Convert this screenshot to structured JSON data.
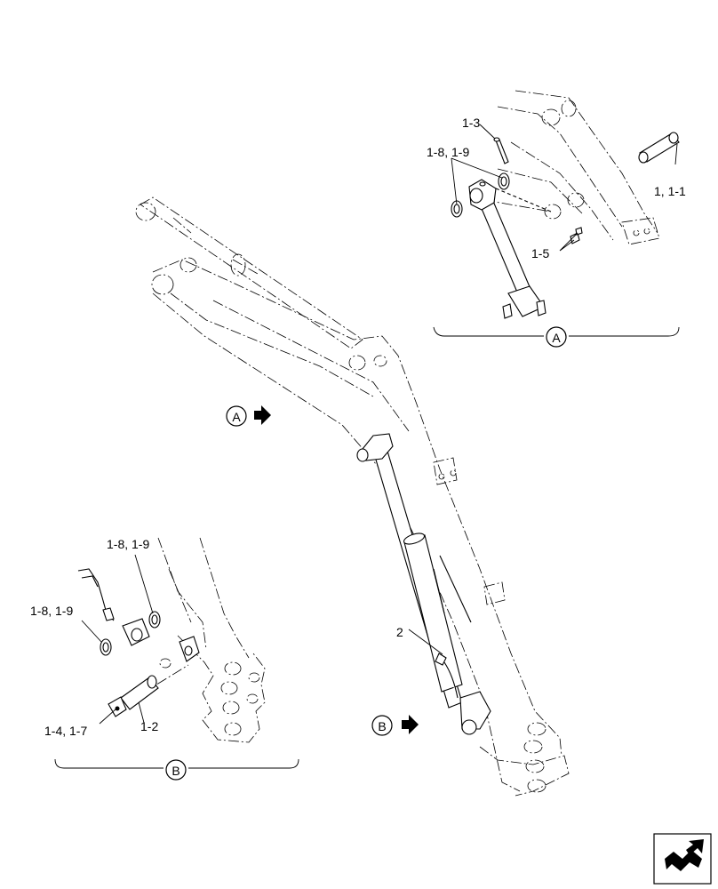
{
  "callouts": {
    "detail_a": {
      "p1_3": "1-3",
      "p1_8_9": "1-8, 1-9",
      "p1_1": "1, 1-1",
      "p1_5": "1-5",
      "marker": "A"
    },
    "main": {
      "p2": "2",
      "ref_a": "A",
      "ref_b": "B"
    },
    "detail_b": {
      "p1_8_9_top": "1-8, 1-9",
      "p1_8_9_left": "1-8, 1-9",
      "p1_4_7": "1-4, 1-7",
      "p1_2": "1-2",
      "marker": "B"
    }
  },
  "icons": {
    "arrow": "right-arrow-icon",
    "nav": "return-arrow-icon"
  }
}
